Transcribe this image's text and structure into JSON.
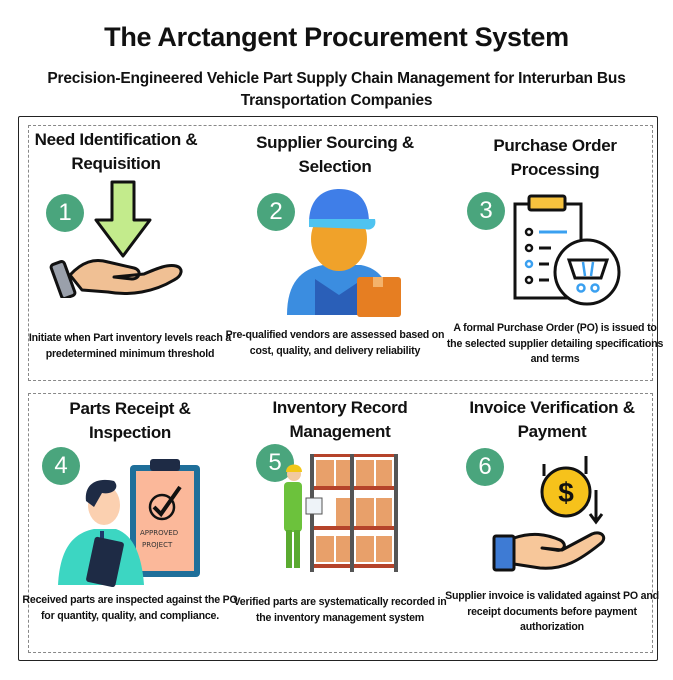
{
  "header": {
    "title": "The Arctangent  Procurement System",
    "subtitle": "Precision-Engineered Vehicle Part Supply Chain Management for Interurban Bus Transportation Companies"
  },
  "colors": {
    "badge": "#4aa57d",
    "arrow": "#c3eb8c",
    "hand": "#f0c094"
  },
  "steps": [
    {
      "number": "1",
      "title": "Need Identification & Requisition",
      "icon": "hand-with-down-arrow-icon",
      "description": "Initiate when Part inventory levels reach a predetermined minimum threshold"
    },
    {
      "number": "2",
      "title": "Supplier Sourcing & Selection",
      "icon": "worker-with-box-icon",
      "description": "Pre-qualified vendors are assessed based on cost, quality, and delivery reliability"
    },
    {
      "number": "3",
      "title": "Purchase Order Processing",
      "icon": "clipboard-cart-icon",
      "description": "A formal Purchase Order (PO) is issued to the selected supplier detailing specifications and terms"
    },
    {
      "number": "4",
      "title": "Parts Receipt & Inspection",
      "icon": "inspector-clipboard-icon",
      "description": "Received parts are inspected against the PO for quantity, quality, and compliance."
    },
    {
      "number": "5",
      "title": "Inventory Record Management",
      "icon": "warehouse-shelf-icon",
      "description": "Verified parts are systematically recorded in the inventory management system"
    },
    {
      "number": "6",
      "title": "Invoice Verification & Payment",
      "icon": "hand-coin-icon",
      "description": "Supplier invoice is validated against PO and receipt documents before payment authorization"
    }
  ],
  "illustration_text": {
    "approved": "APPROVED PROJECT"
  }
}
